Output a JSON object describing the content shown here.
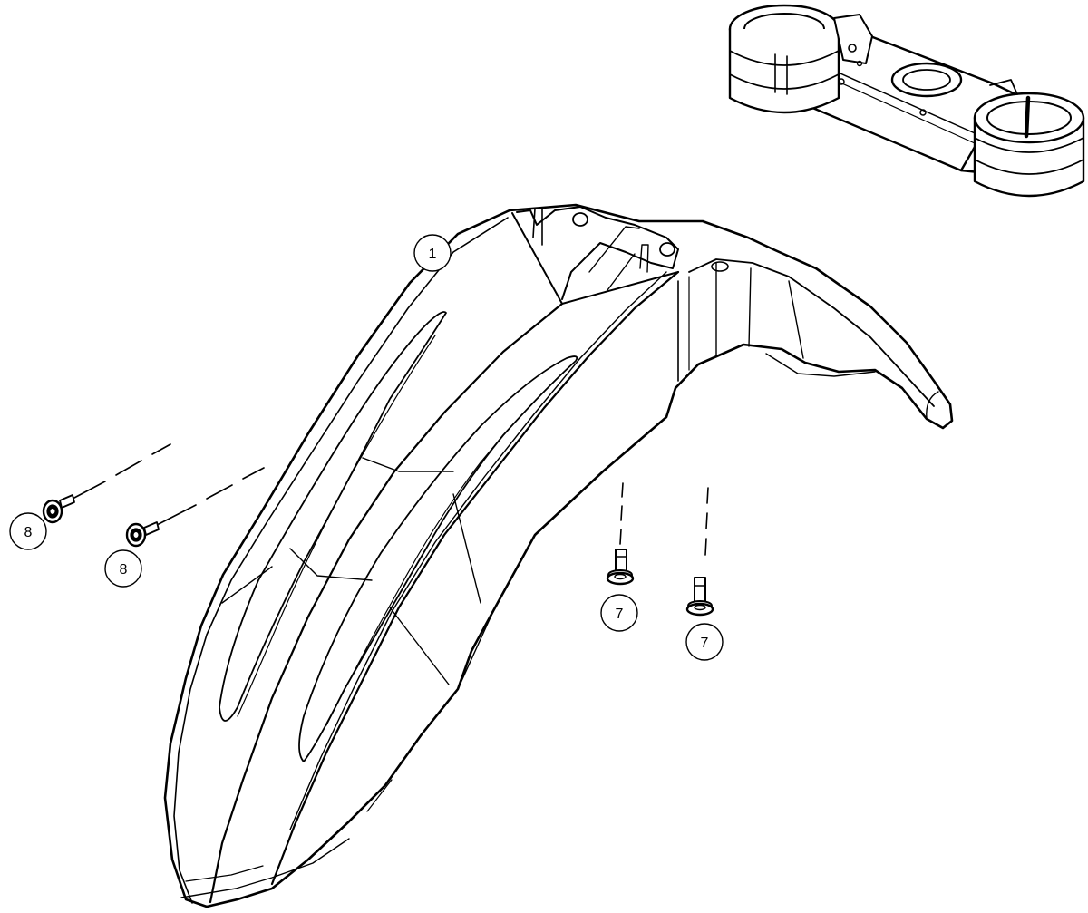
{
  "callouts": {
    "fender": "1",
    "bolt_left": "7",
    "bolt_right": "7",
    "nut_left": "8",
    "nut_right": "8"
  },
  "colors": {
    "line": "#000000",
    "background": "#ffffff"
  }
}
